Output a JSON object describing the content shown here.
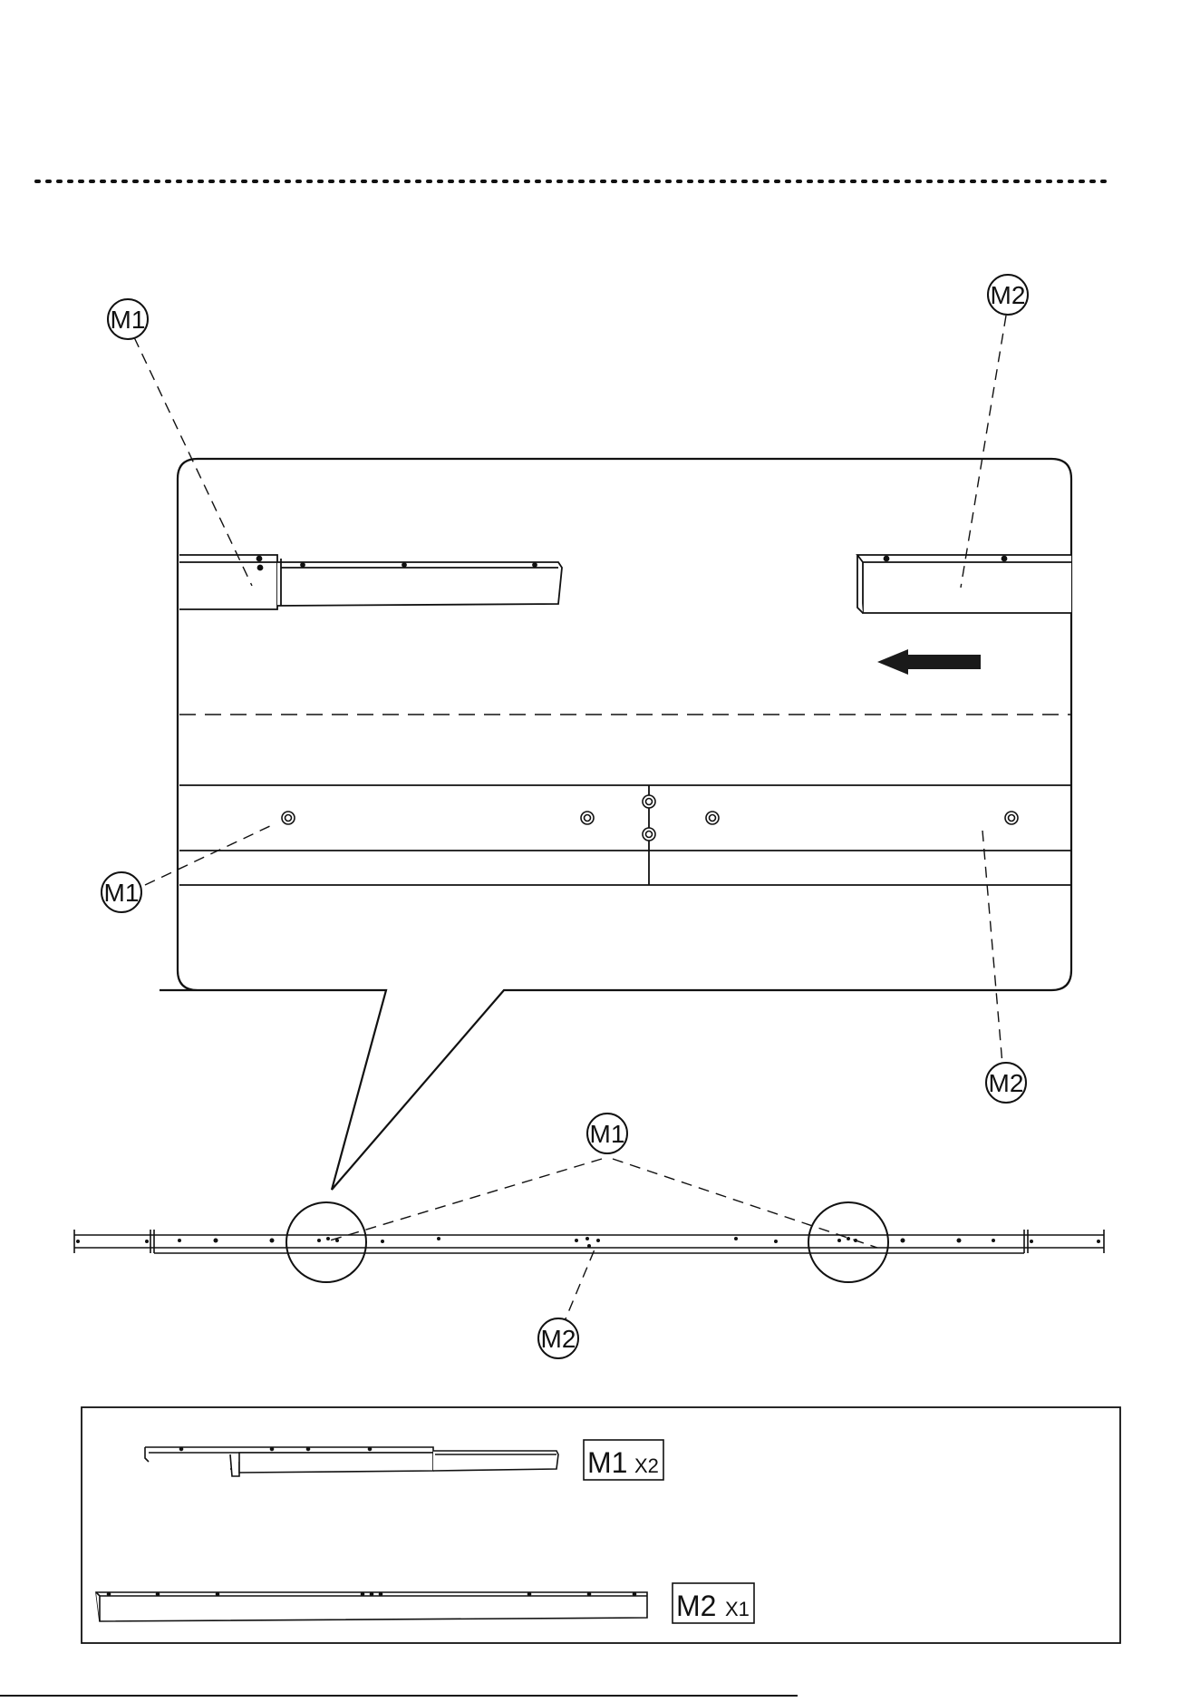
{
  "callouts": {
    "m1_top": "M1",
    "m2_top": "M2",
    "m1_left": "M1",
    "m2_right": "M2",
    "m1_center": "M1",
    "m2_bottom": "M2"
  },
  "parts": [
    {
      "id": "M1",
      "qty": "X2"
    },
    {
      "id": "M2",
      "qty": "X1"
    }
  ],
  "colors": {
    "line": "#111111",
    "arrow": "#1a1a1a",
    "background": "#ffffff"
  }
}
